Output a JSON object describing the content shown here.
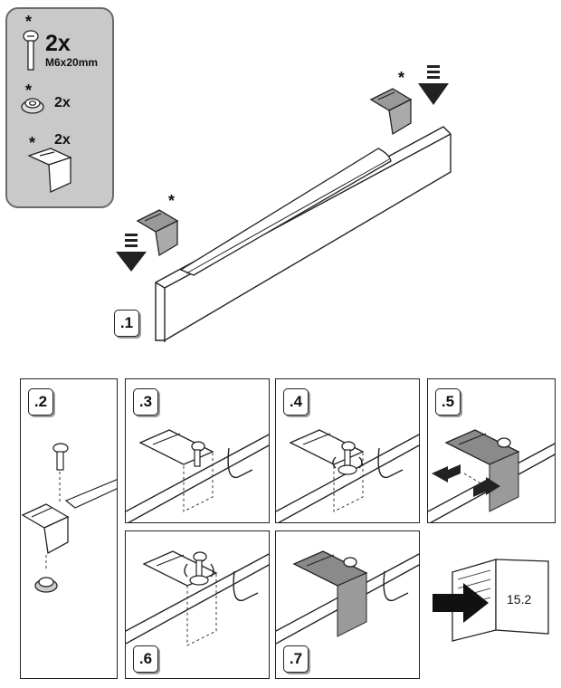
{
  "parts": {
    "bolt": {
      "marker": "*",
      "qty": "2x",
      "spec": "M6x20mm",
      "icon": "bolt-icon"
    },
    "nut": {
      "marker": "*",
      "qty": "2x",
      "icon": "flange-nut-icon"
    },
    "bracket": {
      "marker": "*",
      "qty": "2x",
      "icon": "bracket-icon"
    }
  },
  "step1": {
    "label": ".1",
    "marker_left": "*",
    "marker_right": "*"
  },
  "steps": [
    {
      "label": ".2"
    },
    {
      "label": ".3"
    },
    {
      "label": ".4"
    },
    {
      "label": ".5"
    },
    {
      "label": ".6"
    },
    {
      "label": ".7"
    }
  ],
  "reference": {
    "page": "15.2",
    "icon": "manual-book-icon"
  },
  "colors": {
    "panel_bg": "#c9c9c9",
    "bracket_fill": "#8a8a8a",
    "outline": "#222222"
  }
}
